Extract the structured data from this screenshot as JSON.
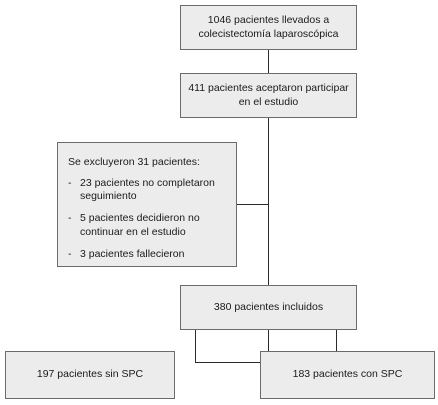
{
  "flowchart": {
    "step1": "1046 pacientes llevados a colecistectomía laparoscópica",
    "step2": "411 pacientes aceptaron participar en el estudio",
    "exclusion": {
      "title": "Se excluyeron 31 pacientes:",
      "items": [
        "23 pacientes no completaron seguimiento",
        "5 pacientes decidieron no continuar en el estudio",
        "3 pacientes fallecieron"
      ]
    },
    "step3": "380 pacientes incluidos",
    "group_left": "197 pacientes sin SPC",
    "group_right": "183 pacientes con SPC"
  }
}
